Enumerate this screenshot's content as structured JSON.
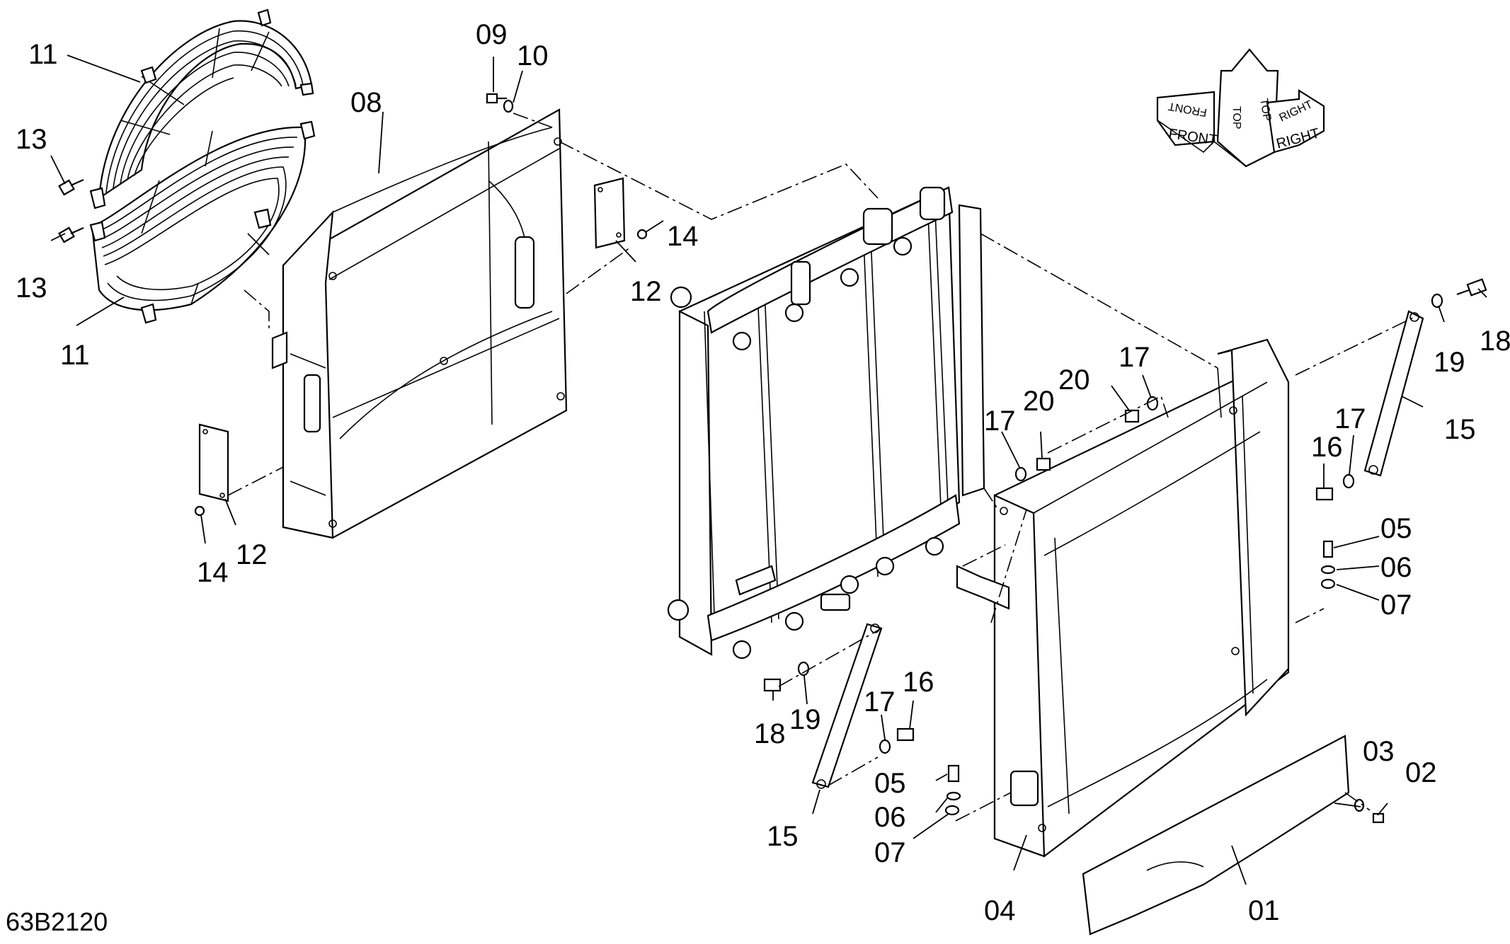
{
  "diagram_id": "63B2120",
  "orientation_labels": {
    "front": "FRONT",
    "top": "TOP",
    "right": "RIGHT"
  },
  "callouts": [
    {
      "id": "c01",
      "text": "01"
    },
    {
      "id": "c02",
      "text": "02"
    },
    {
      "id": "c03",
      "text": "03"
    },
    {
      "id": "c04",
      "text": "04"
    },
    {
      "id": "c05a",
      "text": "05"
    },
    {
      "id": "c05b",
      "text": "05"
    },
    {
      "id": "c06a",
      "text": "06"
    },
    {
      "id": "c06b",
      "text": "06"
    },
    {
      "id": "c07a",
      "text": "07"
    },
    {
      "id": "c07b",
      "text": "07"
    },
    {
      "id": "c08",
      "text": "08"
    },
    {
      "id": "c09",
      "text": "09"
    },
    {
      "id": "c10",
      "text": "10"
    },
    {
      "id": "c11a",
      "text": "11"
    },
    {
      "id": "c11b",
      "text": "11"
    },
    {
      "id": "c12a",
      "text": "12"
    },
    {
      "id": "c12b",
      "text": "12"
    },
    {
      "id": "c13a",
      "text": "13"
    },
    {
      "id": "c13b",
      "text": "13"
    },
    {
      "id": "c14a",
      "text": "14"
    },
    {
      "id": "c14b",
      "text": "14"
    },
    {
      "id": "c15a",
      "text": "15"
    },
    {
      "id": "c15b",
      "text": "15"
    },
    {
      "id": "c16a",
      "text": "16"
    },
    {
      "id": "c16b",
      "text": "16"
    },
    {
      "id": "c17a",
      "text": "17"
    },
    {
      "id": "c17b",
      "text": "17"
    },
    {
      "id": "c17c",
      "text": "17"
    },
    {
      "id": "c17d",
      "text": "17"
    },
    {
      "id": "c18a",
      "text": "18"
    },
    {
      "id": "c18b",
      "text": "18"
    },
    {
      "id": "c19a",
      "text": "19"
    },
    {
      "id": "c19b",
      "text": "19"
    },
    {
      "id": "c20a",
      "text": "20"
    },
    {
      "id": "c20b",
      "text": "20"
    }
  ]
}
